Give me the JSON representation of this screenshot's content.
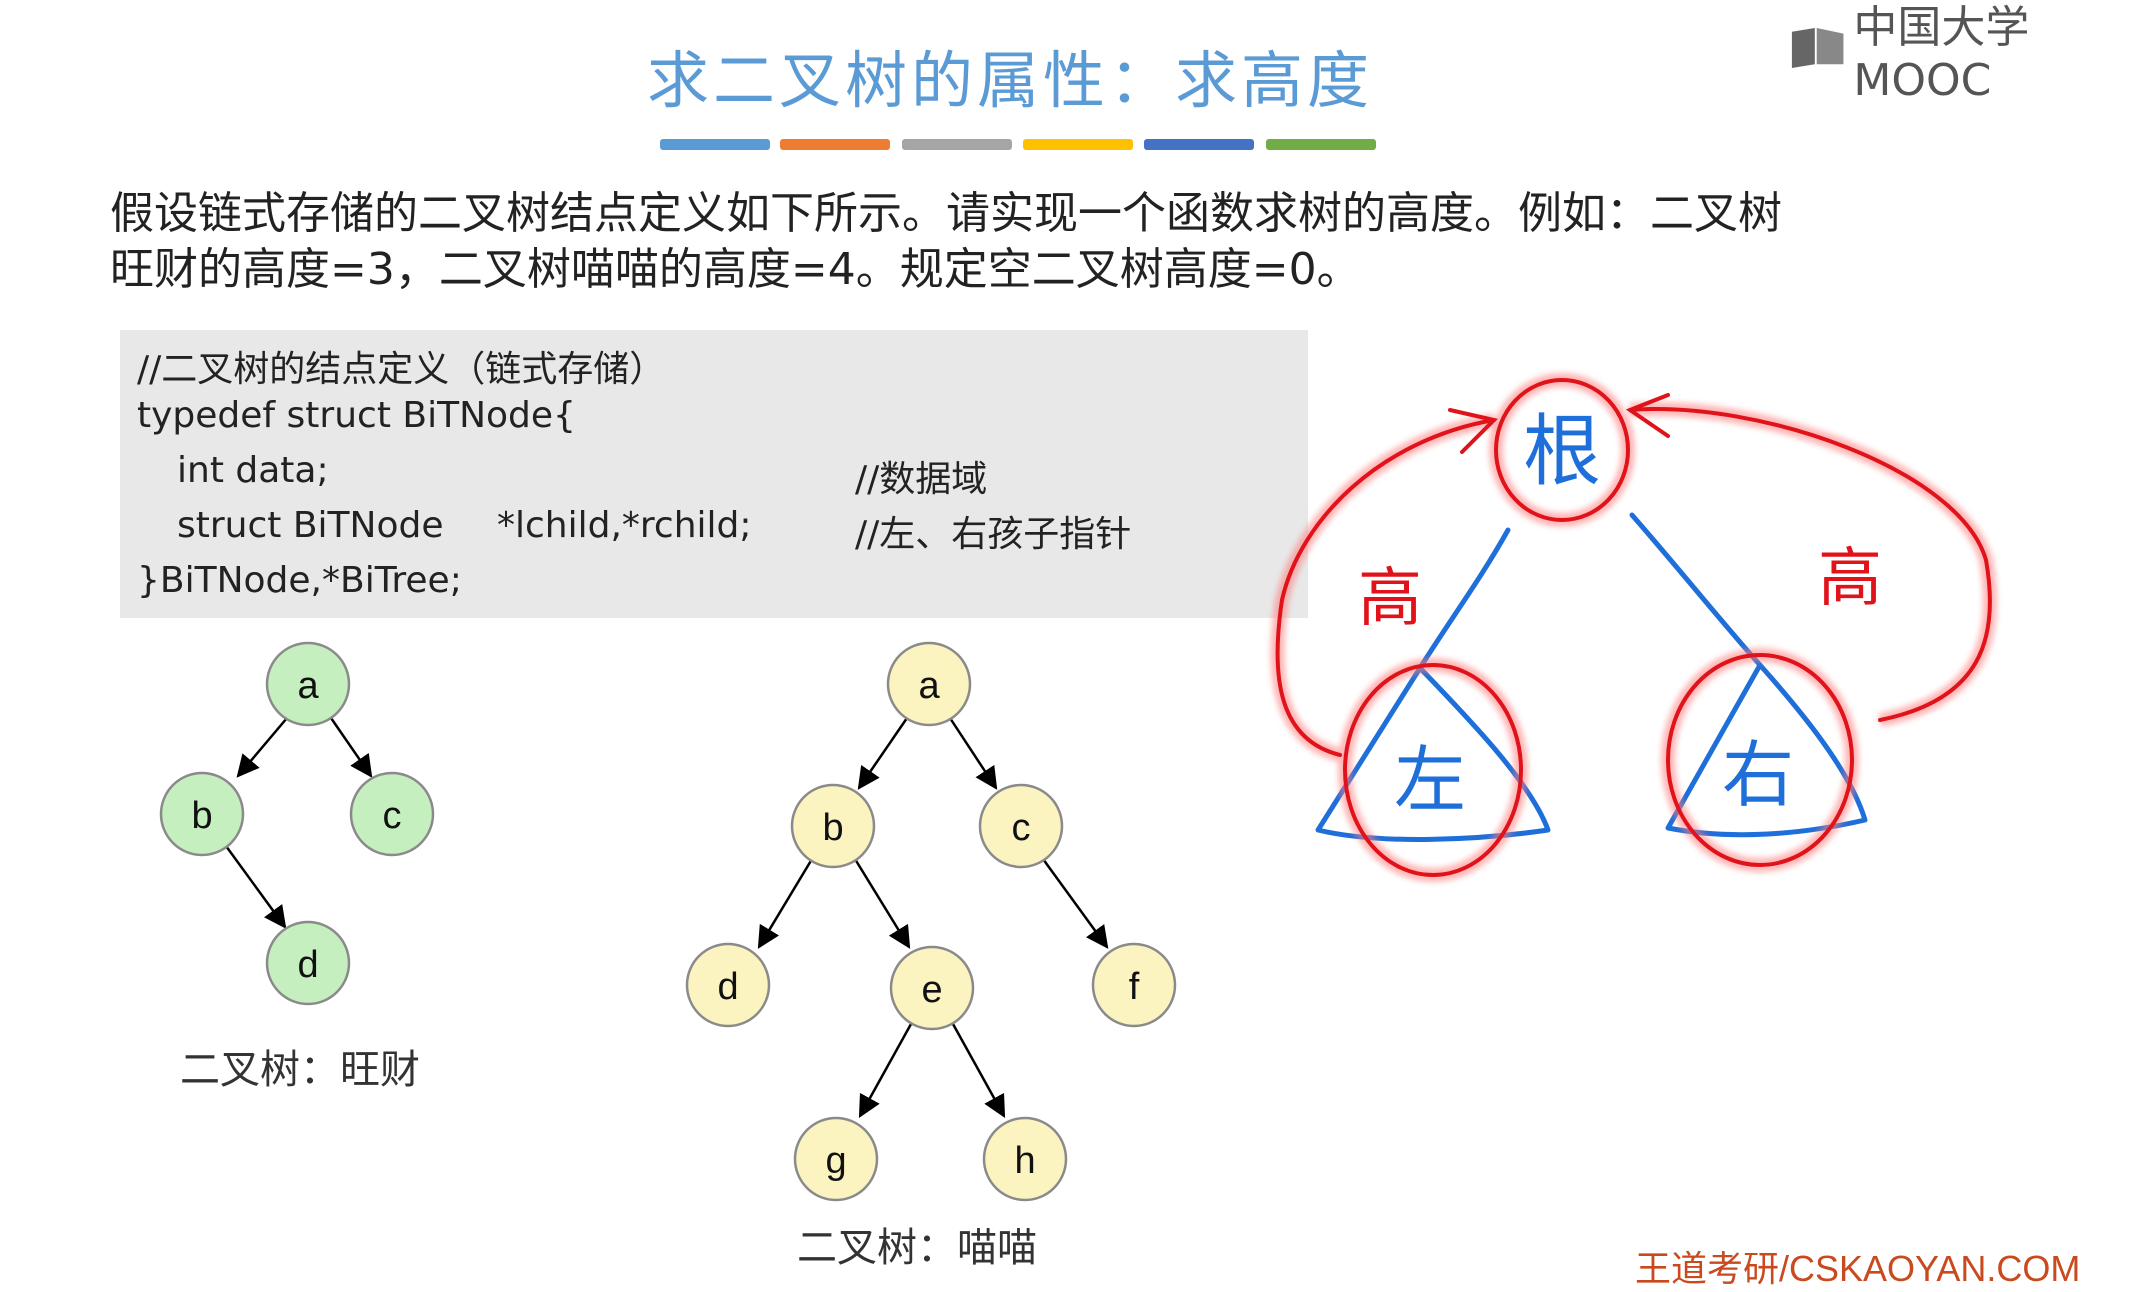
{
  "header": {
    "title": "求二叉树的属性：求高度",
    "bar_colors": [
      "#5b9bd5",
      "#ed7d31",
      "#a5a5a5",
      "#ffc000",
      "#4472c4",
      "#70ad47"
    ],
    "brand": "中国大学MOOC"
  },
  "intro": {
    "line1": "假设链式存储的二叉树结点定义如下所示。请实现一个函数求树的高度。例如：二叉树",
    "line2": "旺财的高度=3，二叉树喵喵的高度=4。规定空二叉树高度=0。"
  },
  "code": {
    "line1": "//二叉树的结点定义（链式存储）",
    "line2": "typedef struct BiTNode{",
    "line3": "int data;",
    "line3_comment": "//数据域",
    "line4": "struct BiTNode",
    "line4_mid": "*lchild,*rchild;",
    "line4_comment": "//左、右孩子指针",
    "line5": "}BiTNode,*BiTree;"
  },
  "tree_wangcai": {
    "caption": "二叉树：旺财",
    "node_color": "#c6efc0",
    "nodes": {
      "a": "a",
      "b": "b",
      "c": "c",
      "d": "d"
    }
  },
  "tree_miaomiao": {
    "caption": "二叉树：喵喵",
    "node_color": "#fbf4c0",
    "nodes": {
      "a": "a",
      "b": "b",
      "c": "c",
      "d": "d",
      "e": "e",
      "f": "f",
      "g": "g",
      "h": "h"
    }
  },
  "annotation": {
    "root": "根",
    "left": "左",
    "right": "右",
    "height_left": "高",
    "height_right": "高",
    "ink_blue": "#1e6fd9",
    "ink_red": "#e0131b"
  },
  "footer": {
    "text": "王道考研/CSKAOYAN.COM"
  }
}
